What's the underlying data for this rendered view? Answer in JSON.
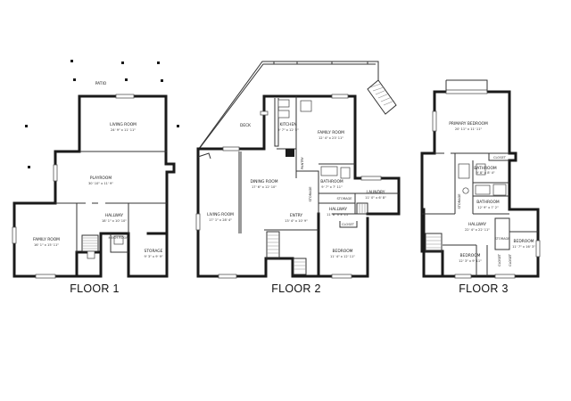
{
  "floors": [
    {
      "title": "FLOOR 1",
      "rooms": [
        {
          "name": "PATIO",
          "dims": ""
        },
        {
          "name": "LIVING ROOM",
          "dims": "24' 9\" x 11' 11\""
        },
        {
          "name": "PLAYROOM",
          "dims": "30' 10\" x 11' 9\""
        },
        {
          "name": "HALLWAY",
          "dims": "18' 1\" x 10' 10\""
        },
        {
          "name": "FAMILY ROOM",
          "dims": "16' 1\" x 15' 11\""
        },
        {
          "name": "MECH ROOM",
          "dims": ""
        },
        {
          "name": "STORAGE",
          "dims": "9' 3\" x 9' 9\""
        }
      ]
    },
    {
      "title": "FLOOR 2",
      "rooms": [
        {
          "name": "DECK",
          "dims": ""
        },
        {
          "name": "KITCHEN",
          "dims": "9' 7\" x 12' 5\""
        },
        {
          "name": "FAMILY ROOM",
          "dims": "12' 4\" x 23' 11\""
        },
        {
          "name": "DINING ROOM",
          "dims": "17' 6\" x 12' 10\""
        },
        {
          "name": "LIVING ROOM",
          "dims": "17' 1\" x 28' 4\""
        },
        {
          "name": "BATHROOM",
          "dims": "9' 7\" x 7' 11\""
        },
        {
          "name": "LAUNDRY",
          "dims": "11' 0\" x 6' 8\""
        },
        {
          "name": "STORAGE",
          "dims": ""
        },
        {
          "name": "HALLWAY",
          "dims": "11' 8\" x 3' 11\""
        },
        {
          "name": "CLOSET",
          "dims": ""
        },
        {
          "name": "ENTRY",
          "dims": "13' 4\" x 10' 9\""
        },
        {
          "name": "BEDROOM",
          "dims": "11' 4\" x 12' 11\""
        },
        {
          "name": "PANTRY",
          "dims": ""
        },
        {
          "name": "STORAGE",
          "dims": ""
        }
      ]
    },
    {
      "title": "FLOOR 3",
      "rooms": [
        {
          "name": "PRIMARY BEDROOM",
          "dims": "20' 11\" x 11' 11\""
        },
        {
          "name": "CLOSET",
          "dims": ""
        },
        {
          "name": "BATHROOM",
          "dims": "9' 8\" x 8' 4\""
        },
        {
          "name": "BATHROOM",
          "dims": "12' 9\" x 7' 2\""
        },
        {
          "name": "STORAGE",
          "dims": ""
        },
        {
          "name": "HALLWAY",
          "dims": "22' 4\" x 22' 11\""
        },
        {
          "name": "STORAGE",
          "dims": ""
        },
        {
          "name": "BEDROOM",
          "dims": "11' 7\" x 16' 3\""
        },
        {
          "name": "BEDROOM",
          "dims": "12' 3\" x 9' 11\""
        },
        {
          "name": "CLOSET",
          "dims": ""
        },
        {
          "name": "CLOSET",
          "dims": ""
        }
      ]
    }
  ]
}
